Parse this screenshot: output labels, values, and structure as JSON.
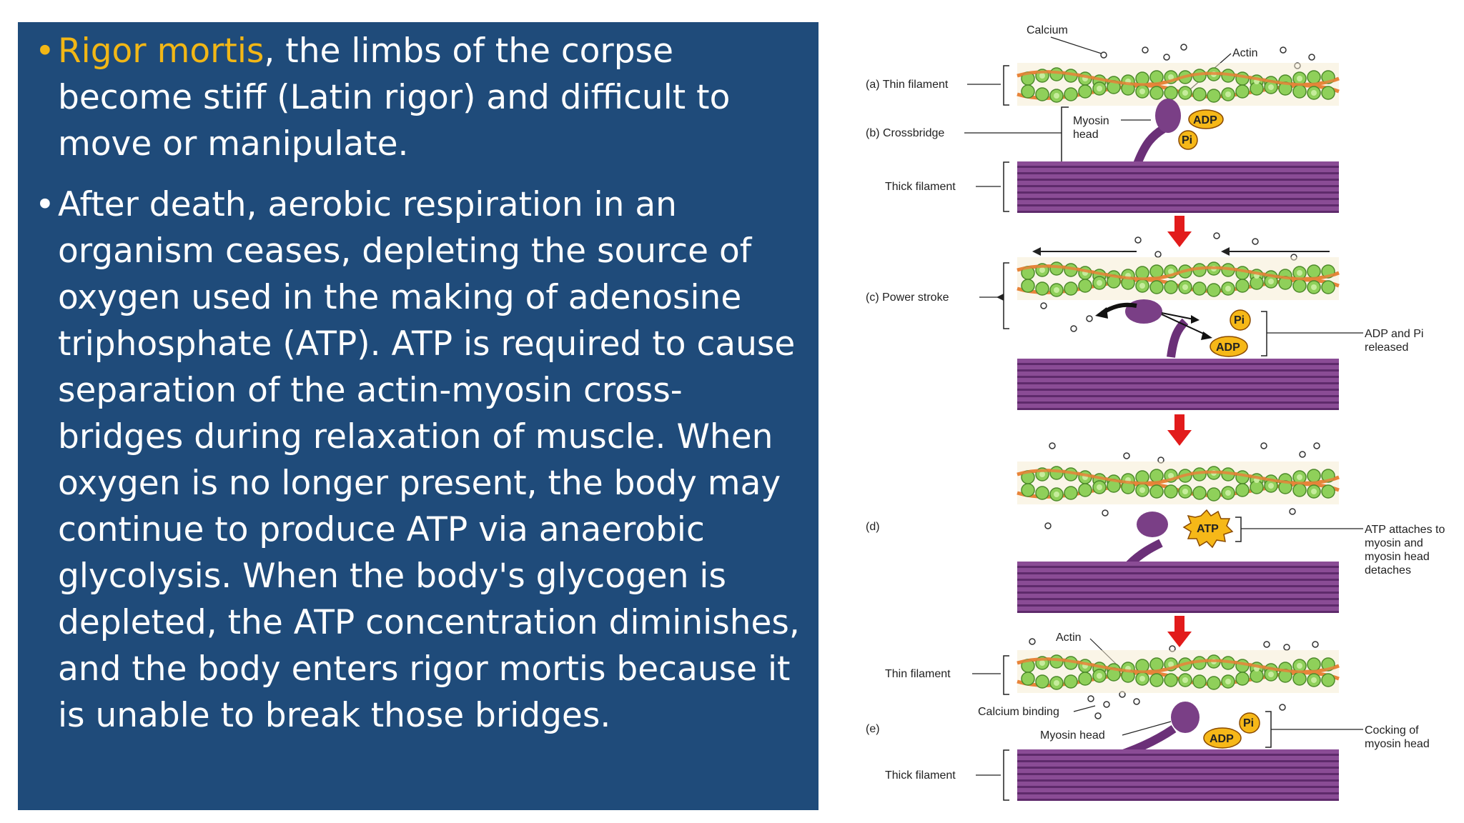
{
  "bullets": [
    {
      "highlight": "Rigor mortis",
      "text": ", the limbs of the corpse become stiff (Latin rigor) and difficult to move or manipulate."
    },
    {
      "text": "After death, aerobic respiration in an organism ceases, depleting the source of oxygen used in the making of adenosine triphosphate (ATP). ATP is required to cause separation of the actin-myosin cross-bridges during relaxation of muscle. When oxygen is no longer present, the body may continue to produce ATP via anaerobic glycolysis. When the body's glycogen is depleted, the ATP concentration diminishes, and the body enters rigor mortis because it is unable to break those bridges."
    }
  ],
  "diagram": {
    "calcium": "Calcium",
    "actin": "Actin",
    "a_thin_filament": "(a) Thin filament",
    "b_crossbridge": "(b) Crossbridge",
    "myosin_head_1": "Myosin",
    "myosin_head_2": "head",
    "adp": "ADP",
    "pi": "Pi",
    "atp": "ATP",
    "thick_filament": "Thick filament",
    "c_power_stroke": "(c) Power stroke",
    "adp_pi_released_1": "ADP and Pi",
    "adp_pi_released_2": "released",
    "d": "(d)",
    "atp_attaches_1": "ATP attaches to",
    "atp_attaches_2": "myosin and",
    "atp_attaches_3": "myosin head",
    "atp_attaches_4": "detaches",
    "e_actin": "Actin",
    "e_thin_filament": "Thin filament",
    "calcium_binding": "Calcium binding",
    "e_myosin_head": "Myosin head",
    "e": "(e)",
    "e_thick_filament": "Thick filament",
    "cocking_1": "Cocking of",
    "cocking_2": "myosin head"
  },
  "colors": {
    "panel": "#1f4b7a",
    "highlight": "#f2b716",
    "actin_green": "#8fd05a",
    "tropomyosin": "#e8843a",
    "myosin_purple": "#7a3f86",
    "adp_orange": "#f6b818",
    "arrow_red": "#e21b1b"
  }
}
